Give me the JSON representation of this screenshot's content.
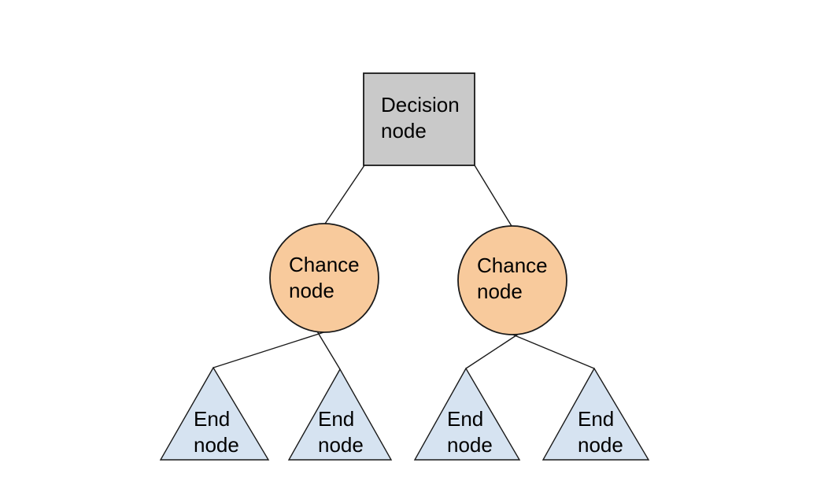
{
  "diagram": {
    "type": "decision-tree",
    "colors": {
      "background": "#ffffff",
      "decision_fill": "#c9c9c9",
      "chance_fill": "#f8ca9c",
      "end_fill": "#d6e3f1",
      "node_stroke": "#1a1a1a",
      "edge_color": "#1a1a1a",
      "text_color": "#000000"
    },
    "nodes": {
      "decision": {
        "label": "Decision\nnode",
        "shape": "square"
      },
      "chance_left": {
        "label": "Chance\nnode",
        "shape": "circle"
      },
      "chance_right": {
        "label": "Chance\nnode",
        "shape": "circle"
      },
      "end_1": {
        "label": "End\nnode",
        "shape": "triangle"
      },
      "end_2": {
        "label": "End\nnode",
        "shape": "triangle"
      },
      "end_3": {
        "label": "End\nnode",
        "shape": "triangle"
      },
      "end_4": {
        "label": "End\nnode",
        "shape": "triangle"
      }
    },
    "edges": [
      {
        "from": "decision",
        "to": "chance_left"
      },
      {
        "from": "decision",
        "to": "chance_right"
      },
      {
        "from": "chance_left",
        "to": "end_1"
      },
      {
        "from": "chance_left",
        "to": "end_2"
      },
      {
        "from": "chance_right",
        "to": "end_3"
      },
      {
        "from": "chance_right",
        "to": "end_4"
      }
    ]
  }
}
